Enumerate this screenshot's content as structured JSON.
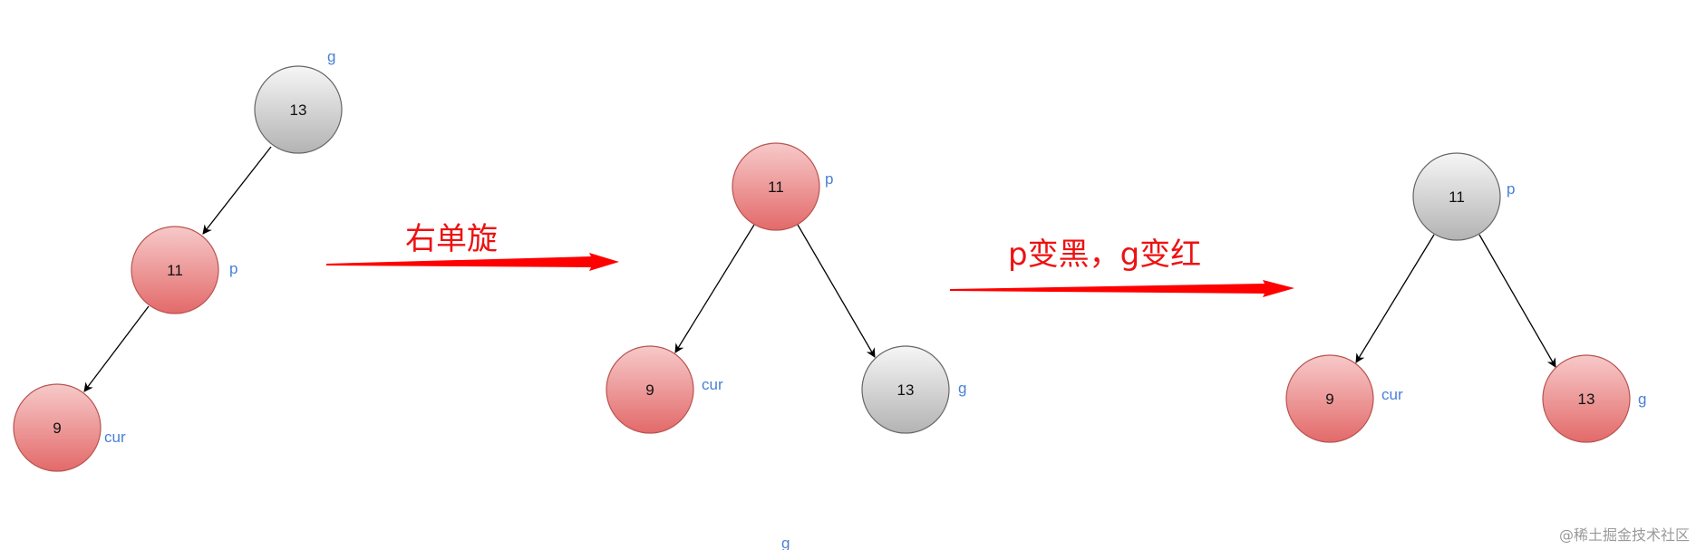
{
  "colors": {
    "red_node_top": "#f7c9c9",
    "red_node_bottom": "#e36a6a",
    "red_node_stroke": "#b85450",
    "gray_node_top": "#f6f6f6",
    "gray_node_bottom": "#b3b3b3",
    "gray_node_stroke": "#666666",
    "edge": "#000000",
    "tag": "#4a7fd6",
    "step_arrow": "#ff0000"
  },
  "diagram1": {
    "g": {
      "value": "13",
      "color": "gray",
      "tag": "g"
    },
    "p": {
      "value": "11",
      "color": "red",
      "tag": "p"
    },
    "cur": {
      "value": "9",
      "color": "red",
      "tag": "cur"
    }
  },
  "step1": {
    "label": "右单旋"
  },
  "diagram2": {
    "p": {
      "value": "11",
      "color": "red",
      "tag": "p"
    },
    "cur": {
      "value": "9",
      "color": "red",
      "tag": "cur"
    },
    "g": {
      "value": "13",
      "color": "gray",
      "tag": "g"
    }
  },
  "step2": {
    "label": "p变黑，g变红"
  },
  "diagram3": {
    "p": {
      "value": "11",
      "color": "gray",
      "tag": "p"
    },
    "cur": {
      "value": "9",
      "color": "red",
      "tag": "cur"
    },
    "g": {
      "value": "13",
      "color": "red",
      "tag": "g"
    }
  },
  "stray_label": "g",
  "watermark": "@稀土掘金技术社区"
}
